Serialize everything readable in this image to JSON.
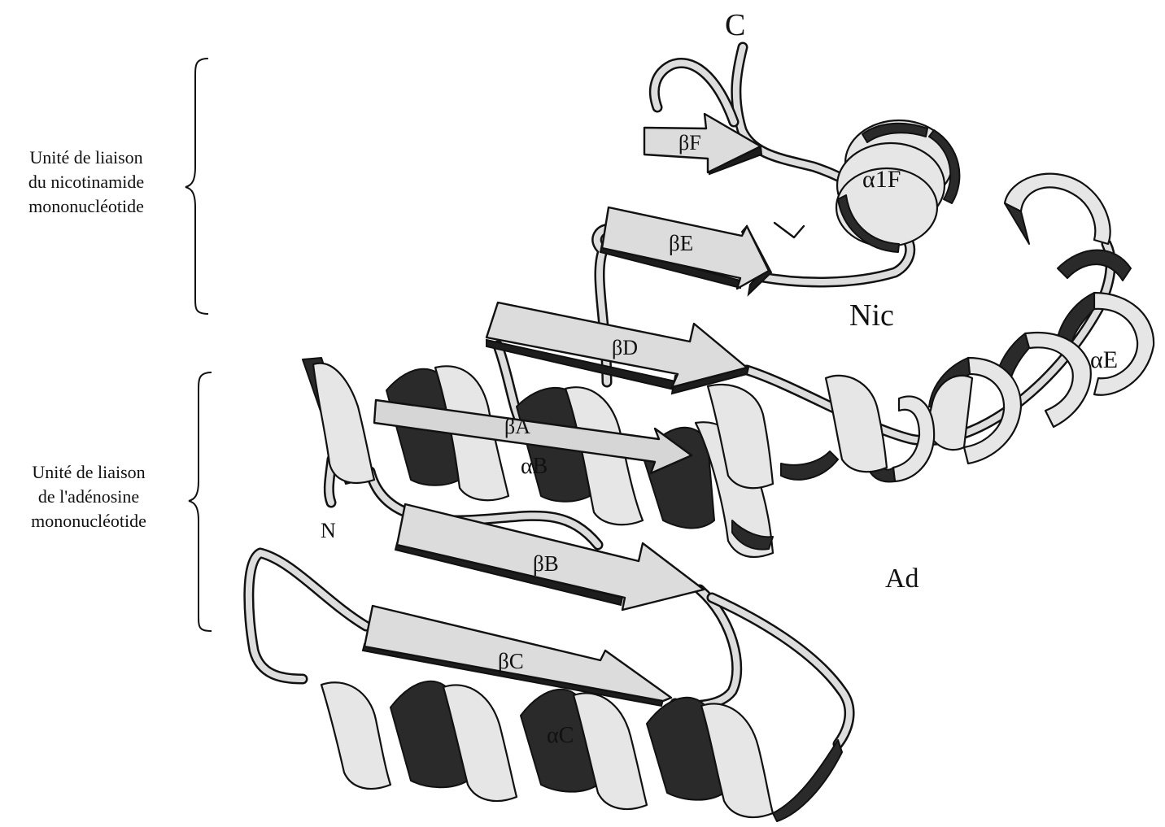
{
  "labels": {
    "nicotinamide_unit": [
      "Unité de liaison",
      "du nicotinamide",
      "mononucléotide"
    ],
    "adenosine_unit": [
      "Unité de liaison",
      "de l'adénosine",
      "mononucléotide"
    ],
    "c_terminus": "C",
    "n_terminus": "N",
    "strand_bF": "βF",
    "strand_bE": "βE",
    "strand_bD": "βD",
    "strand_bA": "βA",
    "strand_bB": "βB",
    "strand_bC": "βC",
    "helix_a1F": "α1F",
    "helix_aE": "αE",
    "helix_aB": "αB",
    "helix_aC": "αC",
    "ligand_nic": "Nic",
    "ligand_ad": "Ad"
  },
  "colors": {
    "ribbon_light": "#e6e6e6",
    "ribbon_dark": "#2a2a2a",
    "outline": "#111111"
  }
}
